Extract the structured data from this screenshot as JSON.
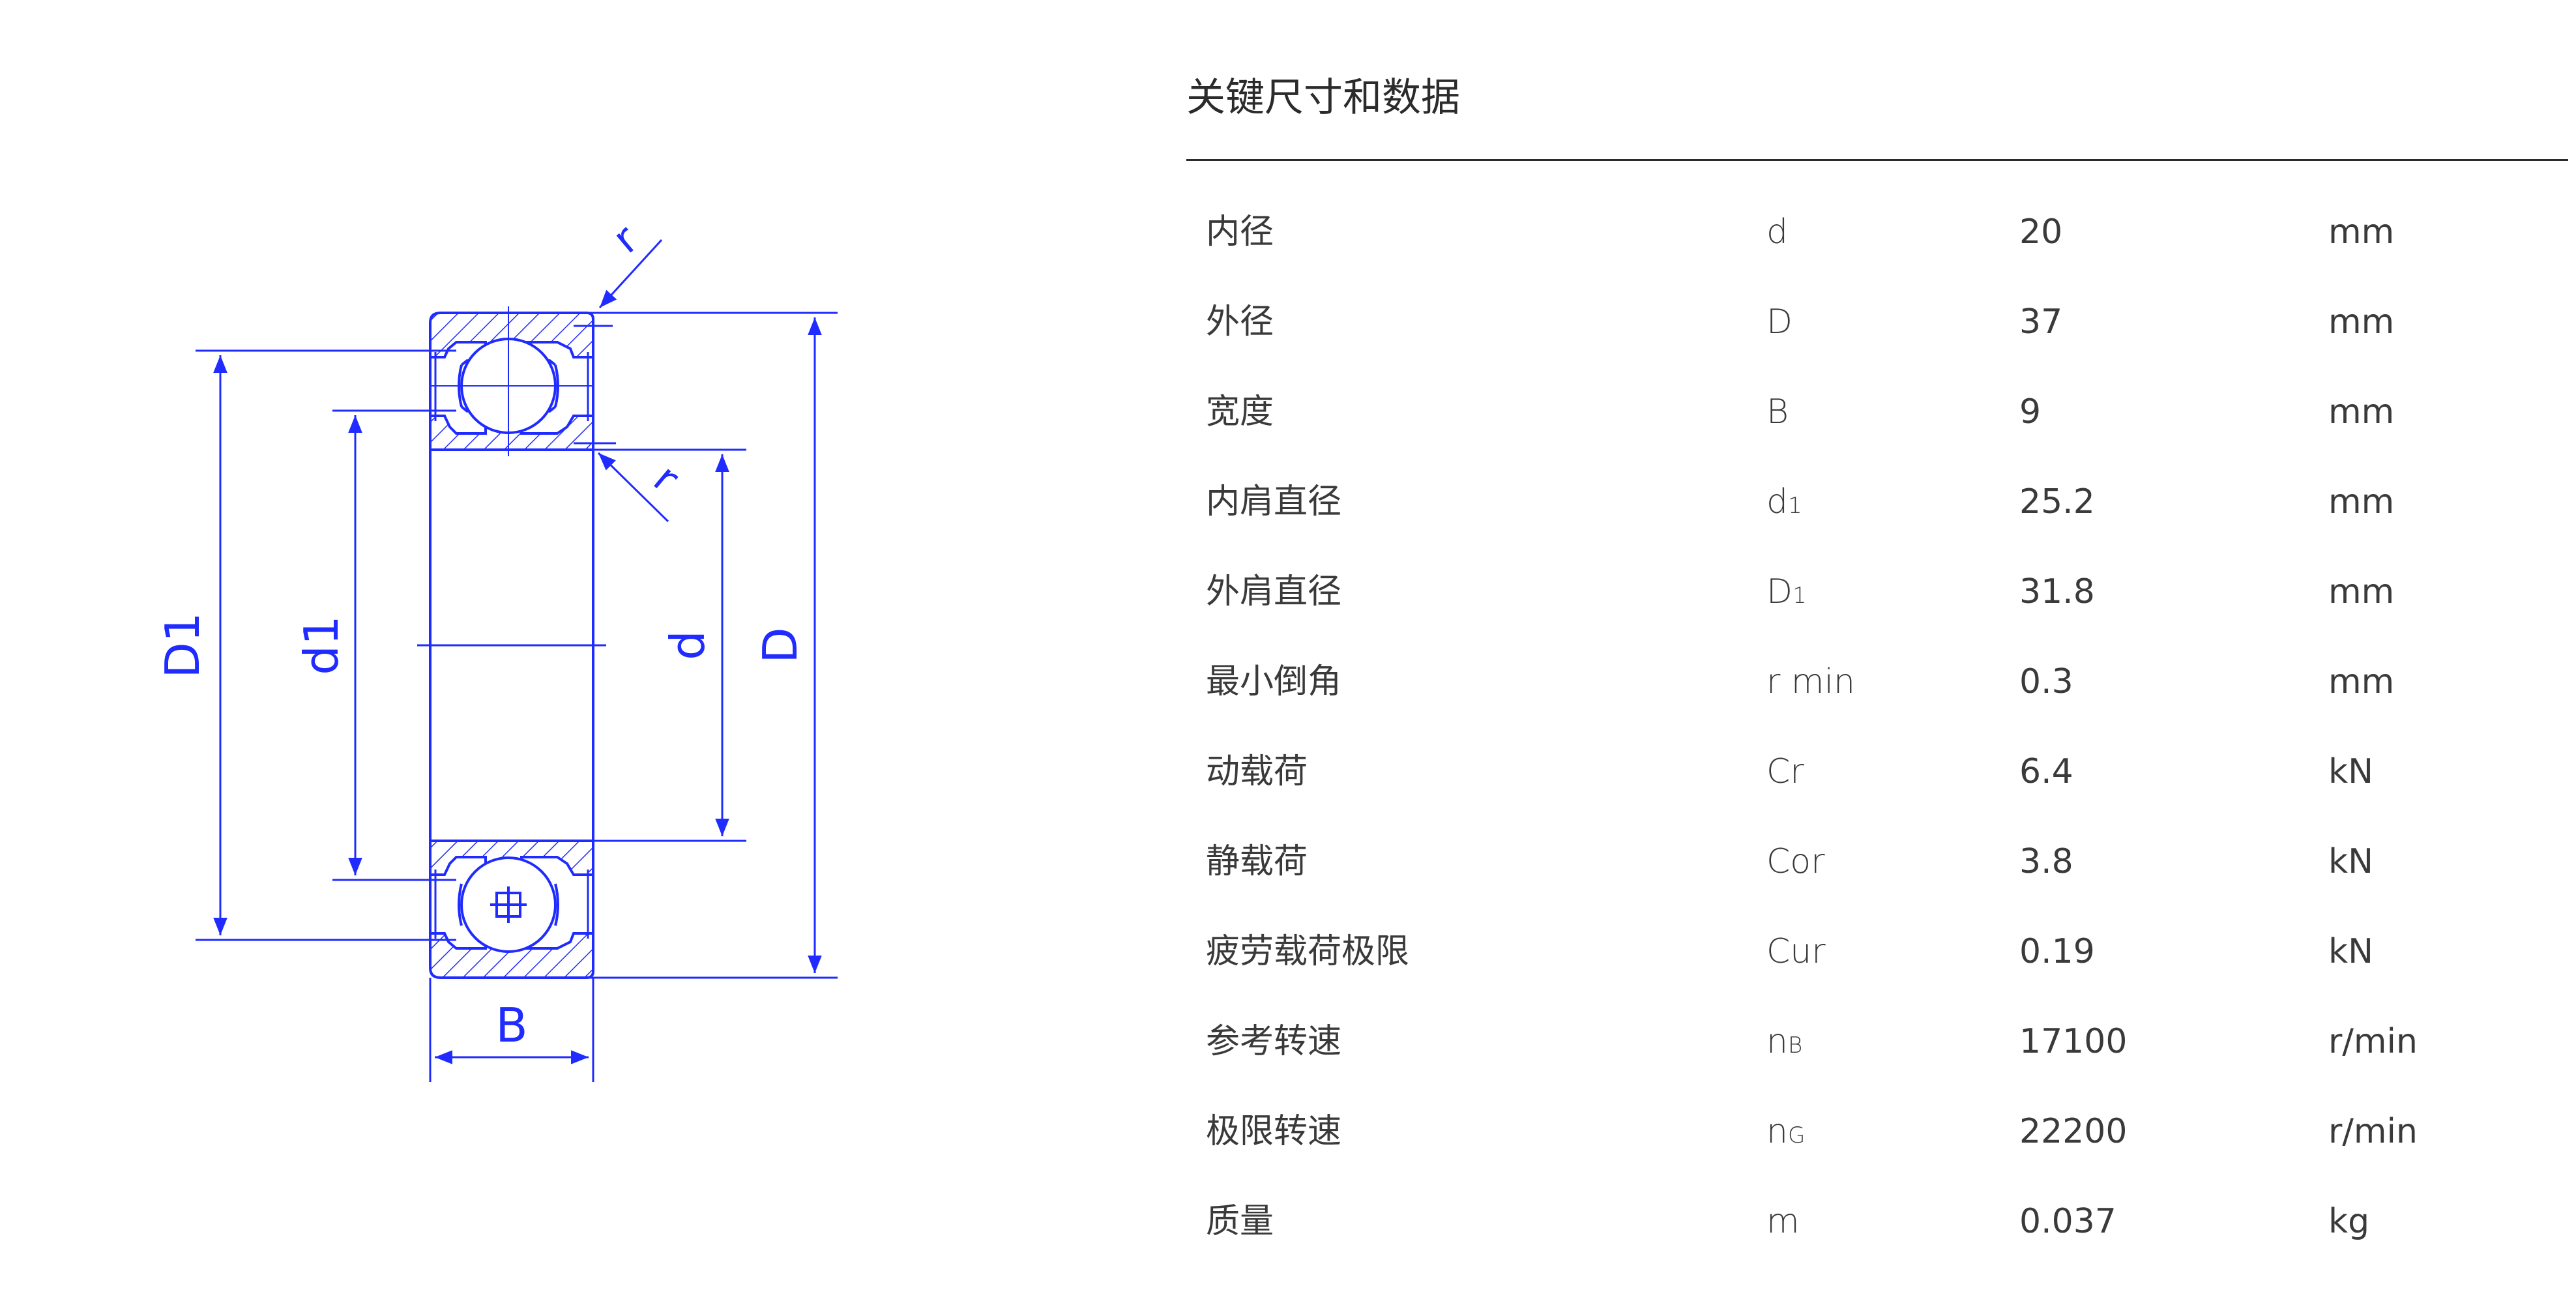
{
  "title": "关键尺寸和数据",
  "drawing": {
    "labels": {
      "r_top": "r",
      "r_mid": "r",
      "D1": "D1",
      "d1": "d1",
      "d": "d",
      "D": "D",
      "B": "B"
    },
    "colors": {
      "dimension": "#1f2bff",
      "hatch": "#1f2bff",
      "outline": "#1f2bff"
    }
  },
  "specs": [
    {
      "name": "内径",
      "symbol": "d",
      "sub": "",
      "value": "20",
      "unit": "mm"
    },
    {
      "name": "外径",
      "symbol": "D",
      "sub": "",
      "value": "37",
      "unit": "mm"
    },
    {
      "name": "宽度",
      "symbol": "B",
      "sub": "",
      "value": "9",
      "unit": "mm"
    },
    {
      "name": "内肩直径",
      "symbol": "d",
      "sub": "1",
      "value": "25.2",
      "unit": "mm"
    },
    {
      "name": "外肩直径",
      "symbol": "D",
      "sub": "1",
      "value": "31.8",
      "unit": "mm"
    },
    {
      "name": "最小倒角",
      "symbol": "r min",
      "sub": "",
      "value": "0.3",
      "unit": "mm"
    },
    {
      "name": "动载荷",
      "symbol": "Cr",
      "sub": "",
      "value": "6.4",
      "unit": "kN"
    },
    {
      "name": "静载荷",
      "symbol": "Cor",
      "sub": "",
      "value": "3.8",
      "unit": "kN"
    },
    {
      "name": "疲劳载荷极限",
      "symbol": "Cur",
      "sub": "",
      "value": "0.19",
      "unit": "kN"
    },
    {
      "name": "参考转速",
      "symbol": "n",
      "sub": "B",
      "value": "17100",
      "unit": "r/min"
    },
    {
      "name": "极限转速",
      "symbol": "n",
      "sub": "G",
      "value": "22200",
      "unit": "r/min"
    },
    {
      "name": "质量",
      "symbol": "m",
      "sub": "",
      "value": "0.037",
      "unit": "kg"
    }
  ]
}
